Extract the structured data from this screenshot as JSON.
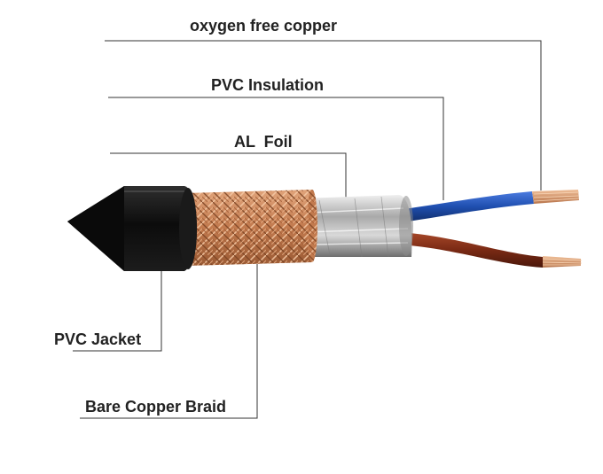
{
  "labels": {
    "oxygen_free_copper": "oxygen free copper",
    "pvc_insulation": "PVC Insulation",
    "al_foil": "AL  Foil",
    "pvc_jacket": "PVC Jacket",
    "bare_copper_braid": "Bare Copper Braid"
  },
  "colors": {
    "jacket": "#141414",
    "braid": "#c9825a",
    "foil": "#b9b9b9",
    "blue_wire": "#1f4fb0",
    "brown_wire": "#7a2a14",
    "conductor": "#d69a70",
    "leader_line": "#333333"
  }
}
